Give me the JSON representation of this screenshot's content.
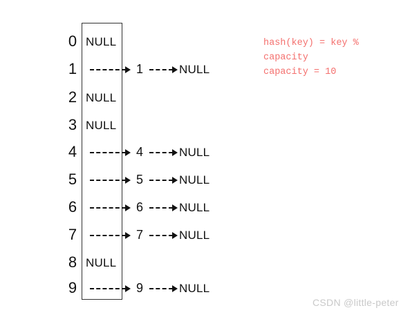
{
  "diagram": {
    "title": "hash-table-separate-chaining",
    "table": {
      "capacity": 10,
      "empty_label": "NULL",
      "chain_terminator": "NULL"
    },
    "buckets": [
      {
        "index": "0",
        "empty": true,
        "label": "NULL",
        "value": "",
        "terminator": "NULL"
      },
      {
        "index": "1",
        "empty": false,
        "label": "",
        "value": "1",
        "terminator": "NULL"
      },
      {
        "index": "2",
        "empty": true,
        "label": "NULL",
        "value": "",
        "terminator": "NULL"
      },
      {
        "index": "3",
        "empty": true,
        "label": "NULL",
        "value": "",
        "terminator": "NULL"
      },
      {
        "index": "4",
        "empty": false,
        "label": "",
        "value": "4",
        "terminator": "NULL"
      },
      {
        "index": "5",
        "empty": false,
        "label": "",
        "value": "5",
        "terminator": "NULL"
      },
      {
        "index": "6",
        "empty": false,
        "label": "",
        "value": "6",
        "terminator": "NULL"
      },
      {
        "index": "7",
        "empty": false,
        "label": "",
        "value": "7",
        "terminator": "NULL"
      },
      {
        "index": "8",
        "empty": true,
        "label": "NULL",
        "value": "",
        "terminator": "NULL"
      },
      {
        "index": "9",
        "empty": false,
        "label": "",
        "value": "9",
        "terminator": "NULL"
      }
    ]
  },
  "annotation": {
    "color": "#f4706e",
    "lines": [
      "hash(key) = key %",
      "capacity",
      "capacity = 10"
    ],
    "text": "hash(key) = key %\ncapacity\ncapacity = 10"
  },
  "watermark": {
    "text": "CSDN @little-peter",
    "color": "#c9c9c9"
  }
}
